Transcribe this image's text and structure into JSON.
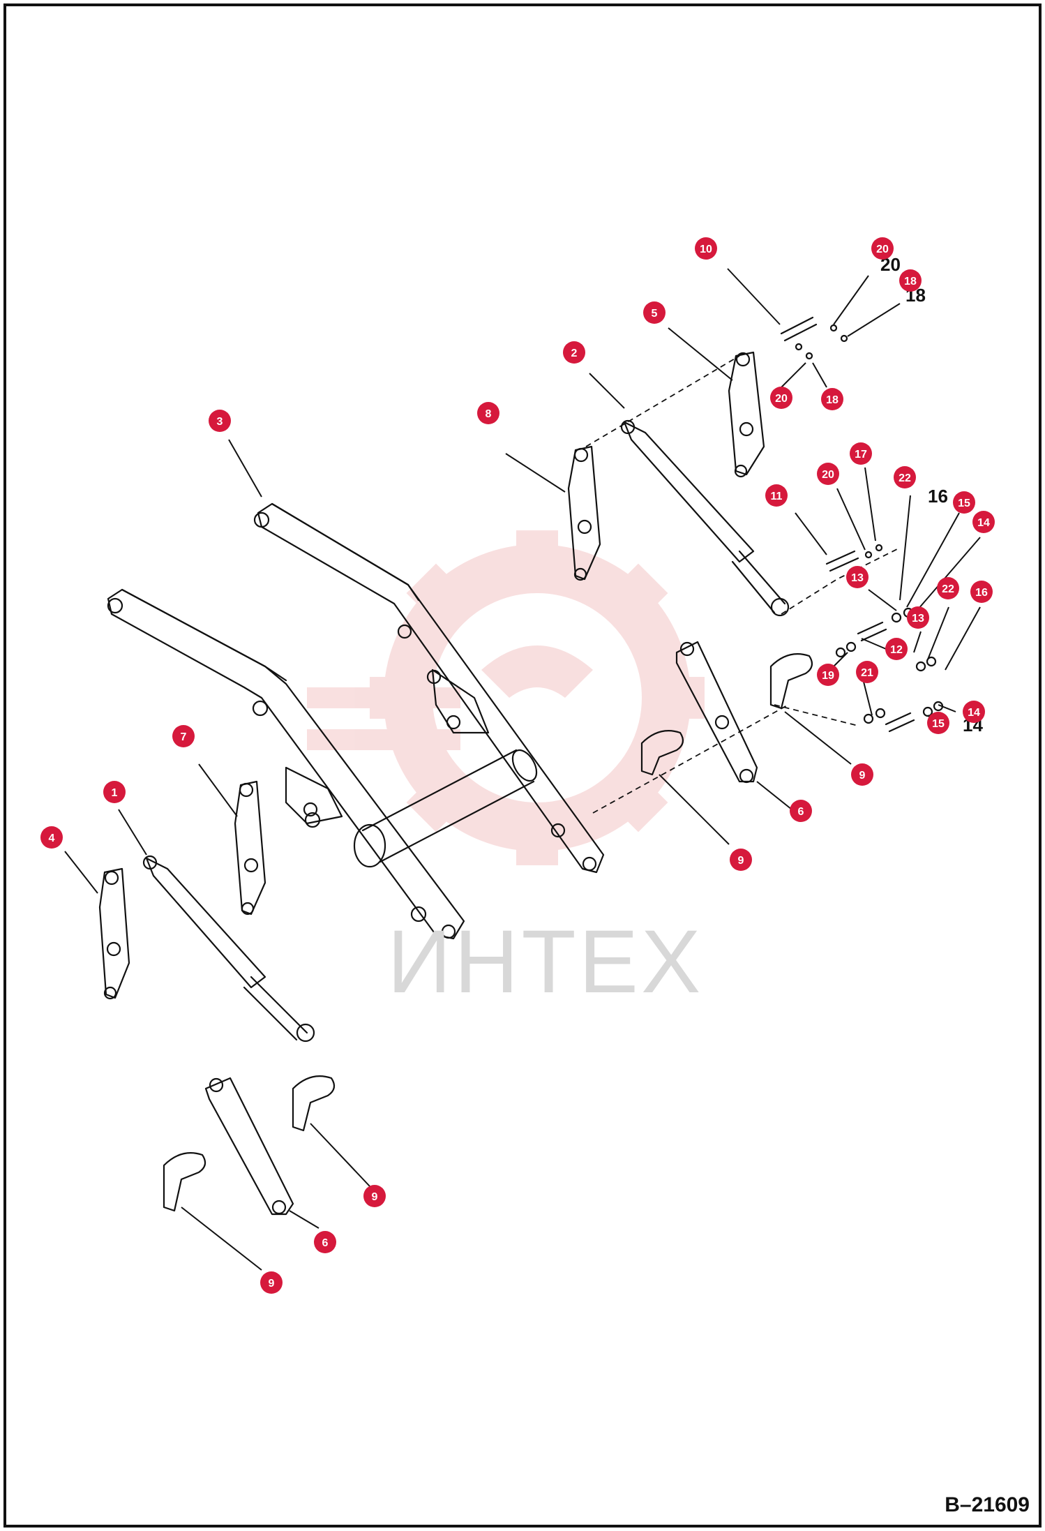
{
  "drawing_number": "B–21609",
  "watermark_text": "ИНТЕХ",
  "colors": {
    "callout": "#d6193c",
    "ink": "#111111",
    "watermark": "#f4c6c6"
  },
  "callouts": [
    {
      "label": "10"
    },
    {
      "label": "20"
    },
    {
      "label": "18"
    },
    {
      "label": "5"
    },
    {
      "label": "2"
    },
    {
      "label": "20"
    },
    {
      "label": "18"
    },
    {
      "label": "8"
    },
    {
      "label": "3"
    },
    {
      "label": "17"
    },
    {
      "label": "20"
    },
    {
      "label": "22"
    },
    {
      "label": "11"
    },
    {
      "label": "15"
    },
    {
      "label": "14"
    },
    {
      "label": "13"
    },
    {
      "label": "22"
    },
    {
      "label": "16"
    },
    {
      "label": "13"
    },
    {
      "label": "12"
    },
    {
      "label": "19"
    },
    {
      "label": "21"
    },
    {
      "label": "14"
    },
    {
      "label": "15"
    },
    {
      "label": "9"
    },
    {
      "label": "6"
    },
    {
      "label": "9"
    },
    {
      "label": "7"
    },
    {
      "label": "1"
    },
    {
      "label": "4"
    },
    {
      "label": "9"
    },
    {
      "label": "6"
    },
    {
      "label": "9"
    }
  ],
  "printed_numbers": [
    "20",
    "18",
    "16",
    "14"
  ]
}
